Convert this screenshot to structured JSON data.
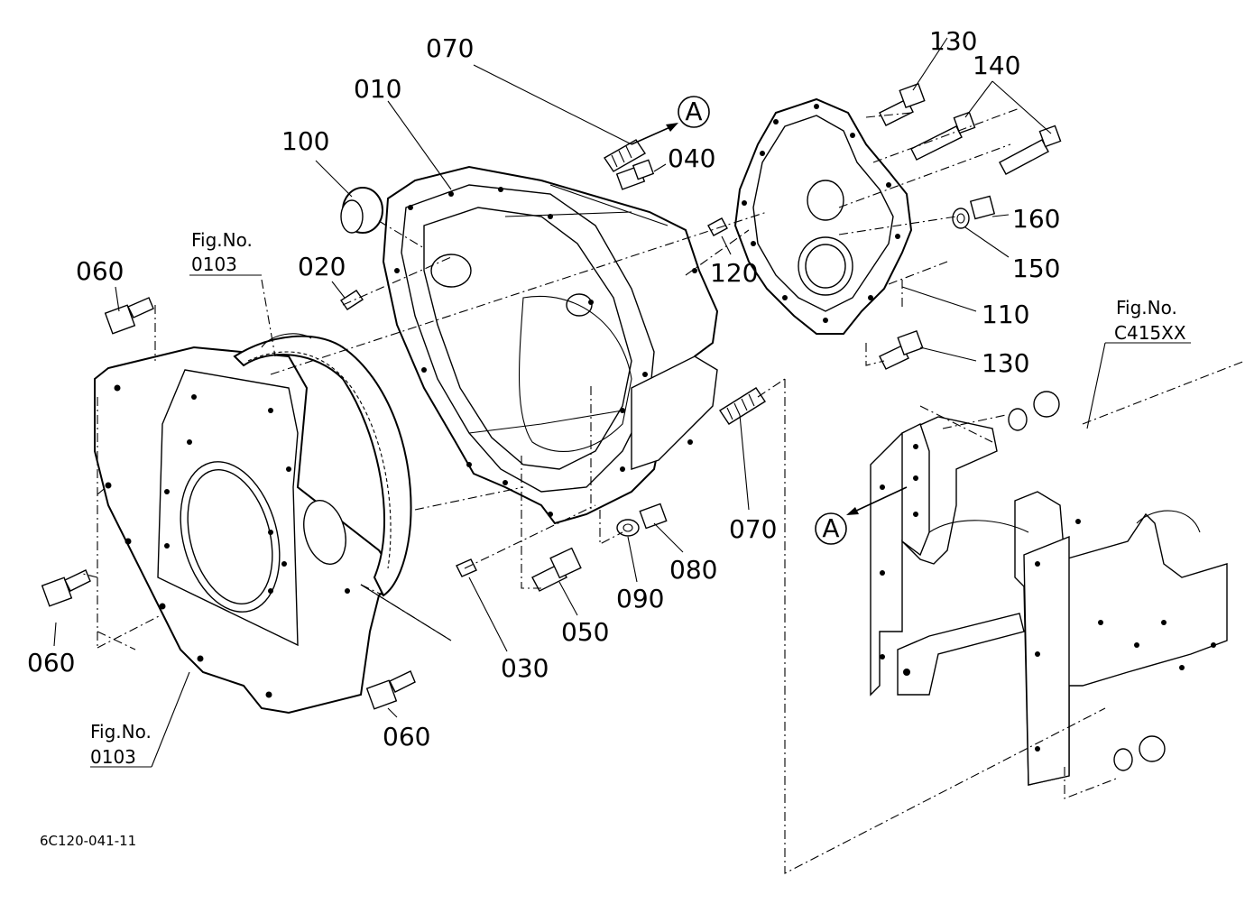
{
  "diagram_code": "6C120-041-11",
  "callouts": {
    "p010": "010",
    "p020": "020",
    "p030": "030",
    "p040": "040",
    "p050": "050",
    "p060a": "060",
    "p060b": "060",
    "p060c": "060",
    "p070a": "070",
    "p070b": "070",
    "p080": "080",
    "p090": "090",
    "p100": "100",
    "p110": "110",
    "p120": "120",
    "p130a": "130",
    "p130b": "130",
    "p140": "140",
    "p150": "150",
    "p160": "160"
  },
  "markers": {
    "a_top": "A",
    "a_bottom": "A"
  },
  "fig_refs": {
    "top_left": {
      "line1": "Fig.No.",
      "line2": "0103"
    },
    "bottom_left": {
      "line1": "Fig.No.",
      "line2": "0103"
    },
    "right": {
      "line1": "Fig.No.",
      "line2": "C415XX"
    }
  }
}
